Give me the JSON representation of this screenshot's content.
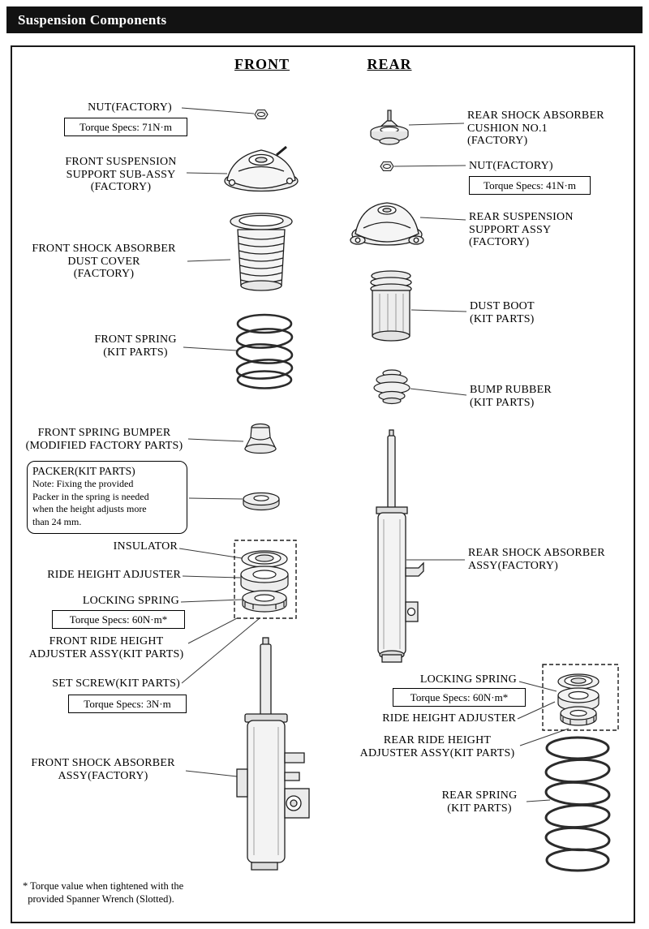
{
  "page": {
    "title": "Suspension Components"
  },
  "colors": {
    "header_bg": "#121212",
    "header_text": "#ffffff",
    "line": "#1a1a1a"
  },
  "headings": {
    "front": "FRONT",
    "rear": "REAR"
  },
  "front": {
    "nut_label": "NUT(FACTORY)",
    "nut_torque": "Torque Specs: 71N·m",
    "support_label": "FRONT SUSPENSION\nSUPPORT SUB-ASSY\n(FACTORY)",
    "dust_cover_label": "FRONT SHOCK ABSORBER\nDUST COVER\n(FACTORY)",
    "spring_label": "FRONT SPRING\n(KIT PARTS)",
    "spring_bumper_label": "FRONT SPRING BUMPER\n(MODIFIED FACTORY PARTS)",
    "packer_title": "PACKER(KIT PARTS)",
    "packer_note": "Note: Fixing the provided\nPacker in the spring is needed\nwhen the height adjusts more\nthan 24 mm.",
    "insulator_label": "INSULATOR",
    "ride_height_adjuster_label": "RIDE HEIGHT ADJUSTER",
    "locking_spring_label": "LOCKING SPRING",
    "locking_spring_torque": "Torque Specs: 60N·m*",
    "adjuster_assy_label": "FRONT RIDE HEIGHT\nADJUSTER ASSY(KIT PARTS)",
    "set_screw_label": "SET SCREW(KIT PARTS)",
    "set_screw_torque": "Torque Specs: 3N·m",
    "shock_label": "FRONT SHOCK ABSORBER\nASSY(FACTORY)"
  },
  "rear": {
    "cushion_label": "REAR SHOCK ABSORBER\nCUSHION NO.1\n(FACTORY)",
    "nut_label": "NUT(FACTORY)",
    "nut_torque": "Torque Specs: 41N·m",
    "support_label": "REAR SUSPENSION\nSUPPORT ASSY\n(FACTORY)",
    "dust_boot_label": "DUST BOOT\n(KIT PARTS)",
    "bump_rubber_label": "BUMP RUBBER\n(KIT PARTS)",
    "shock_label": "REAR SHOCK ABSORBER\nASSY(FACTORY)",
    "locking_spring_label": "LOCKING SPRING",
    "locking_spring_torque": "Torque Specs: 60N·m*",
    "ride_height_adjuster_label": "RIDE HEIGHT ADJUSTER",
    "adjuster_assy_label": "REAR RIDE HEIGHT\nADJUSTER ASSY(KIT PARTS)",
    "spring_label": "REAR SPRING\n(KIT PARTS)"
  },
  "footnote": "* Torque value when tightened with the\n  provided Spanner Wrench (Slotted)."
}
